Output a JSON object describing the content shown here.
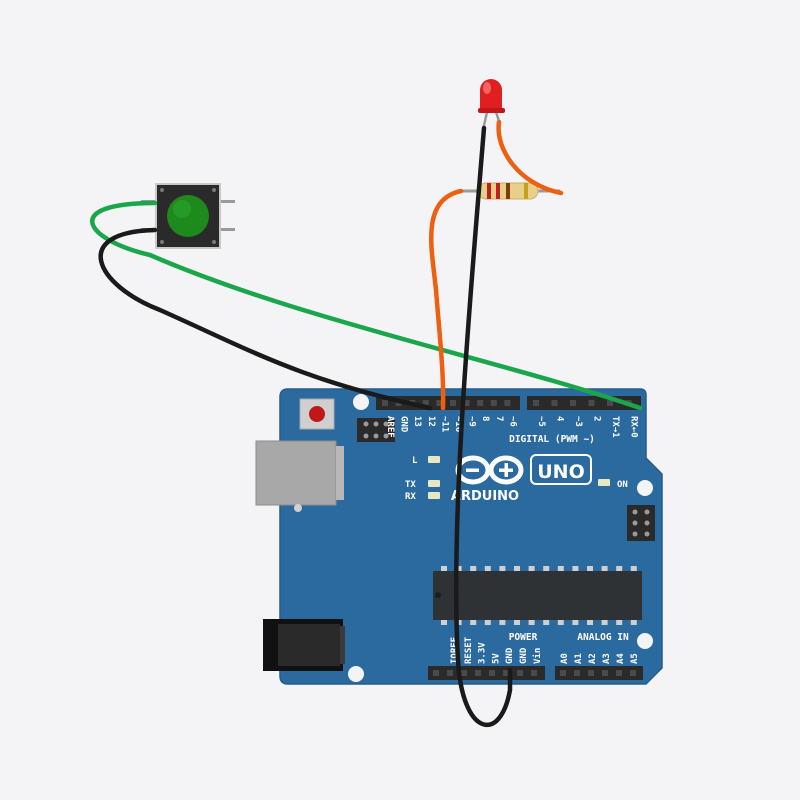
{
  "board": {
    "model": "UNO",
    "brand": "ARDUINO",
    "digital_header": "DIGITAL (PWM ~)",
    "power_header": "POWER",
    "analog_header": "ANALOG IN",
    "led_l": "L",
    "led_tx": "TX",
    "led_rx": "RX",
    "led_on": "ON",
    "top_pins": [
      "AREF",
      "GND",
      "13",
      "12",
      "~11",
      "~10",
      "~9",
      "8",
      "7",
      "~6",
      "~5",
      "4",
      "~3",
      "2",
      "TX→1",
      "RX←0"
    ],
    "power_pins": [
      "IOREF",
      "RESET",
      "3.3V",
      "5V",
      "GND",
      "GND",
      "Vin"
    ],
    "analog_pins": [
      "A0",
      "A1",
      "A2",
      "A3",
      "A4",
      "A5"
    ]
  },
  "components": {
    "pushbutton_color": "#1e8a1e",
    "led_color": "#e02020",
    "wire_colors": {
      "green": "#1aa64a",
      "black": "#1a1a1a",
      "orange": "#ee6010"
    },
    "board_color": "#2b6a9e"
  }
}
